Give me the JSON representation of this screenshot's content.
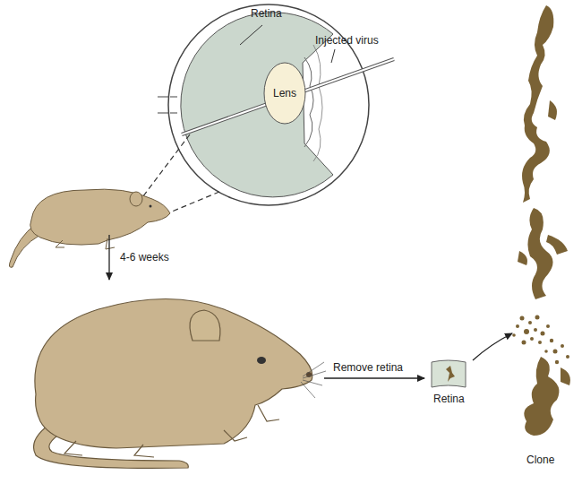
{
  "diagram": {
    "nodes": [
      {
        "text": [
          "Lens"
        ]
      }
    ],
    "labels": [
      "Retina",
      "Injected virus",
      "4-6 weeks",
      "Remove retina",
      "Retina",
      "Clone"
    ]
  }
}
